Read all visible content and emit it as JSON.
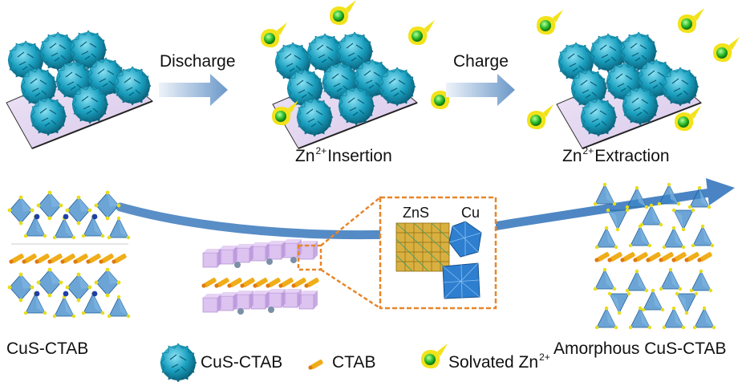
{
  "steps": {
    "discharge": "Discharge",
    "charge": "Charge"
  },
  "states": {
    "insertion": {
      "ion": "Zn",
      "charge": "2+",
      "text": "Insertion"
    },
    "extraction": {
      "ion": "Zn",
      "charge": "2+",
      "text": "Extraction"
    }
  },
  "structures": {
    "left": "CuS-CTAB",
    "right": "Amorphous CuS-CTAB"
  },
  "inset": {
    "zns": "ZnS",
    "cu": "Cu"
  },
  "legend": {
    "cus_ctab": "CuS-CTAB",
    "ctab": "CTAB",
    "solvated_ion": "Solvated Zn",
    "solvated_charge": "2+"
  },
  "colors": {
    "flower": "#1aa0c0",
    "substrate": "#d9c8ea",
    "octahedron": "#3b87c7",
    "sulfur": "#e6dd1a",
    "ctab": "#f0ad1a",
    "ion": "#2fbf2f",
    "ion_shell": "#f2e21a",
    "arrow": "#6b98c8",
    "inset_border": "#e8862a"
  }
}
